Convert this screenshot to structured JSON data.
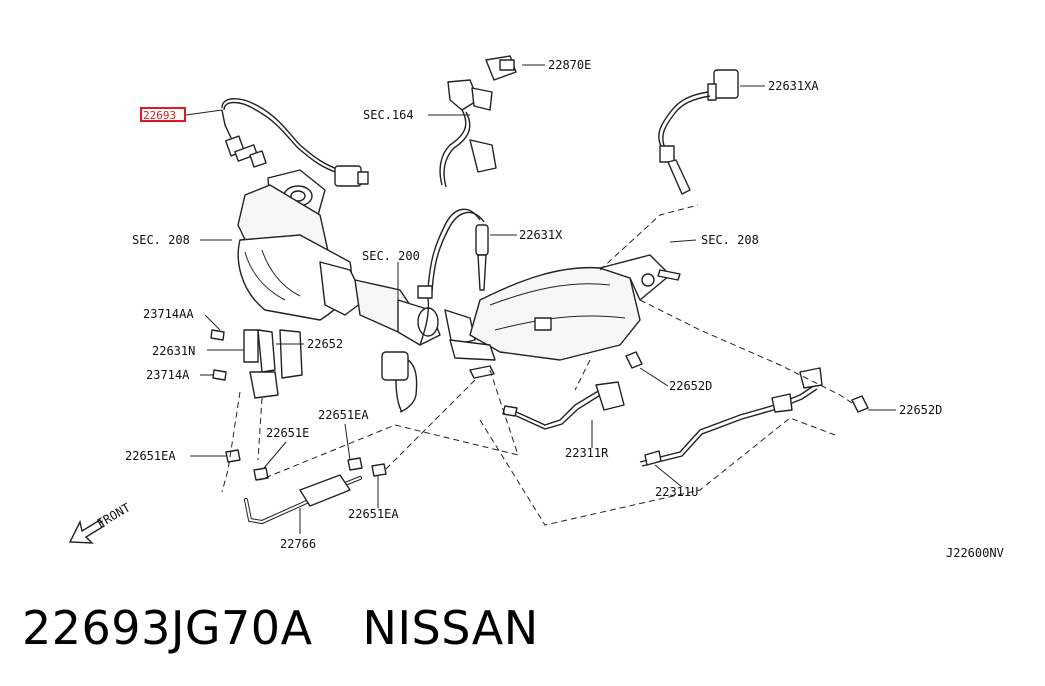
{
  "caption": {
    "part_number": "22693JG70A",
    "brand": "NISSAN"
  },
  "diagram": {
    "code": "J22600NV",
    "front_label": "FRONT",
    "highlight_color": "#e0191e",
    "highlighted_label": "22693",
    "labels": {
      "l_22870E": "22870E",
      "l_22631XA": "22631XA",
      "l_sec164": "SEC.164",
      "l_sec208_left": "SEC. 208",
      "l_22631X": "22631X",
      "l_sec200": "SEC. 200",
      "l_sec208_right": "SEC. 208",
      "l_23714AA": "23714AA",
      "l_22631N": "22631N",
      "l_22652_mid": "22652",
      "l_23714A": "23714A",
      "l_22652D_mid": "22652D",
      "l_22652D_right": "22652D",
      "l_22651EA_top": "22651EA",
      "l_22651E": "22651E",
      "l_22651EA_left": "22651EA",
      "l_22311R": "22311R",
      "l_22651EA_bottom": "22651EA",
      "l_22311U": "22311U",
      "l_22766": "22766"
    }
  }
}
